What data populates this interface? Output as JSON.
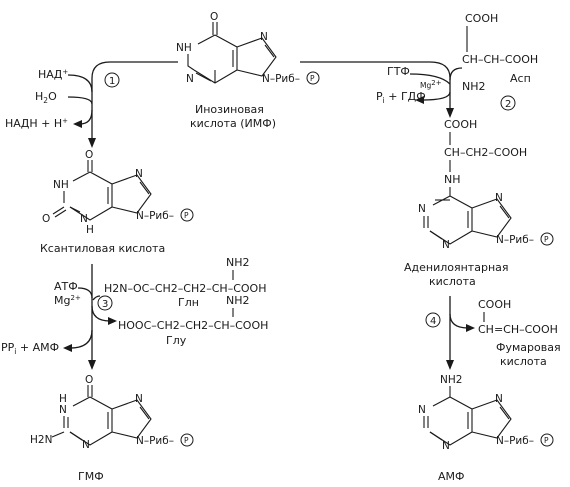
{
  "atoms": {
    "N": "N",
    "NH": "NH",
    "H": "H",
    "O": "O",
    "H2N": "H2N",
    "NH2": "NH2",
    "P": "P",
    "rib": "N–Риб–"
  },
  "compounds": {
    "imp": [
      "Инозиновая",
      "кислота (ИМФ)"
    ],
    "xmp": "Ксантиловая кислота",
    "gmp": "ГМФ",
    "adenylosuccinate": [
      "Аденилоянтарная",
      "кислота"
    ],
    "amp": "АМФ",
    "fumarate": [
      "Фумаровая",
      "кислота"
    ]
  },
  "step_numbers": [
    "1",
    "2",
    "3",
    "4"
  ],
  "step1": {
    "nad": "НАД",
    "nad_sup": "+",
    "water": "H",
    "water_sub": "2",
    "water_o": "O",
    "nadh": "НАДН + Н",
    "nadh_sup": "+"
  },
  "step2": {
    "gtp": "ГТФ",
    "mg": "Mg",
    "mg_sup": "2+",
    "pi": "P",
    "pi_sub": "i",
    "gdp": " + ГДФ",
    "asp": "Асп",
    "asp_cooh1": "COOH",
    "asp_chain": "CH–CH–COOH",
    "asp_nh2": "NH2"
  },
  "step3": {
    "atp": "АТФ",
    "mg": "Mg",
    "mg_sup": "2+",
    "ppi_amp": "PP",
    "ppi_sub": "i",
    "ppi_rest": " + АМФ",
    "gln_formula": "H2N–OC–CH2–CH2–CH–COOH",
    "gln_nh2": "NH2",
    "gln": "Глн",
    "glu_formula": "HOOC–CH2–CH2–CH–COOH",
    "glu_nh2": "NH2",
    "glu": "Глу"
  },
  "step4": {
    "fum_cooh": "COOH",
    "fum_chain": "CH=CH–COOH"
  },
  "adenylosuccinate_chain": {
    "cooh": "COOH",
    "ch_ch2": "CH–CH2–COOH",
    "nh": "NH"
  }
}
